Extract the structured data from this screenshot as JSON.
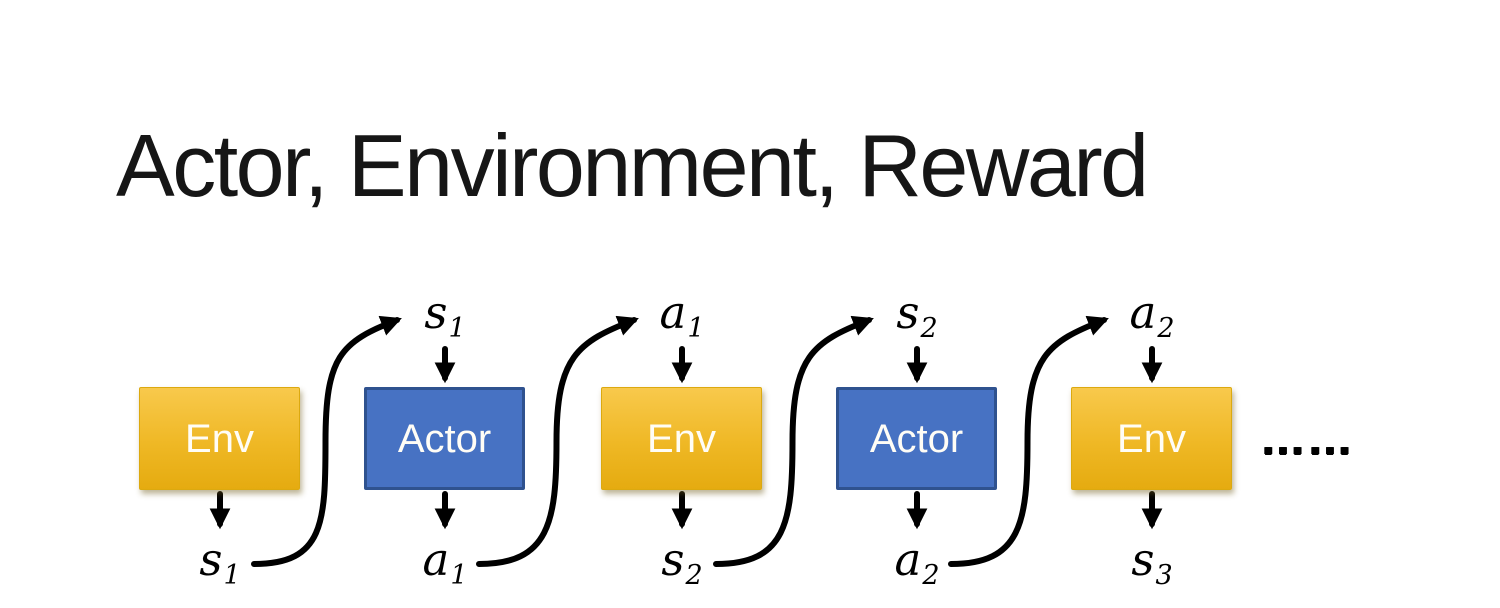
{
  "title": "Actor, Environment, Reward",
  "diagram": {
    "boxes": [
      {
        "label": "Env",
        "type": "env"
      },
      {
        "label": "Actor",
        "type": "actor"
      },
      {
        "label": "Env",
        "type": "env"
      },
      {
        "label": "Actor",
        "type": "actor"
      },
      {
        "label": "Env",
        "type": "env"
      }
    ],
    "top_labels": [
      {
        "base": "s",
        "sub": "1"
      },
      {
        "base": "a",
        "sub": "1"
      },
      {
        "base": "s",
        "sub": "2"
      },
      {
        "base": "a",
        "sub": "2"
      }
    ],
    "bottom_labels": [
      {
        "base": "s",
        "sub": "1"
      },
      {
        "base": "a",
        "sub": "1"
      },
      {
        "base": "s",
        "sub": "2"
      },
      {
        "base": "a",
        "sub": "2"
      },
      {
        "base": "s",
        "sub": "3"
      }
    ],
    "ellipsis": "……",
    "colors": {
      "env_gradient_top": "#F8C94C",
      "env_gradient_bottom": "#E5AB10",
      "actor_fill": "#4772C3",
      "actor_border": "#2F528F",
      "box_text": "#FFFDF6",
      "arrow": "#000000",
      "title_text": "#161616",
      "background": "#FFFFFF"
    }
  }
}
